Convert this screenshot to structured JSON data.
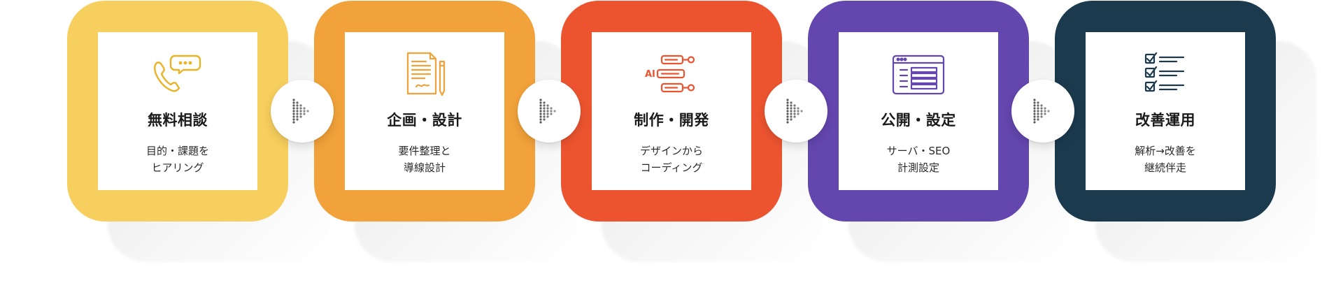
{
  "steps": [
    {
      "title": "無料相談",
      "desc_line1": "目的・課題を",
      "desc_line2": "ヒアリング",
      "icon": "phone-chat-icon",
      "color": "#F7CF5E"
    },
    {
      "title": "企画・設計",
      "desc_line1": "要件整理と",
      "desc_line2": "導線設計",
      "icon": "document-pen-icon",
      "color": "#F2A23A"
    },
    {
      "title": "制作・開発",
      "desc_line1": "デザインから",
      "desc_line2": "コーディング",
      "icon": "ai-flow-icon",
      "color": "#EC5430"
    },
    {
      "title": "公開・設定",
      "desc_line1": "サーバ・SEO",
      "desc_line2": "計測設定",
      "icon": "browser-window-icon",
      "color": "#6446AF"
    },
    {
      "title": "改善運用",
      "desc_line1": "解析→改善を",
      "desc_line2": "継続伴走",
      "icon": "checklist-icon",
      "color": "#1B3A4E"
    }
  ],
  "connector_icon": "dotted-chevron-right-icon"
}
